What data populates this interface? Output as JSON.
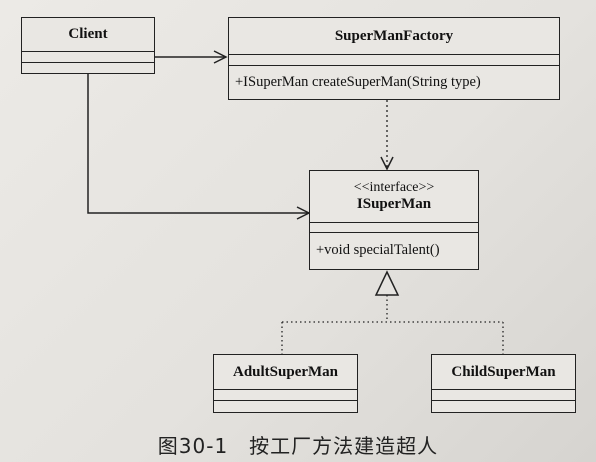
{
  "classes": {
    "client": {
      "name": "Client"
    },
    "factory": {
      "name": "SuperManFactory",
      "method": "+ISuperMan createSuperMan(String type)"
    },
    "isuperman": {
      "stereotype": "<<interface>>",
      "name": "ISuperMan",
      "method": "+void specialTalent()"
    },
    "adult": {
      "name": "AdultSuperMan"
    },
    "child": {
      "name": "ChildSuperMan"
    }
  },
  "caption": "图30-1　按工厂方法建造超人",
  "colors": {
    "line": "#222222",
    "background": "#e6e4e0"
  }
}
